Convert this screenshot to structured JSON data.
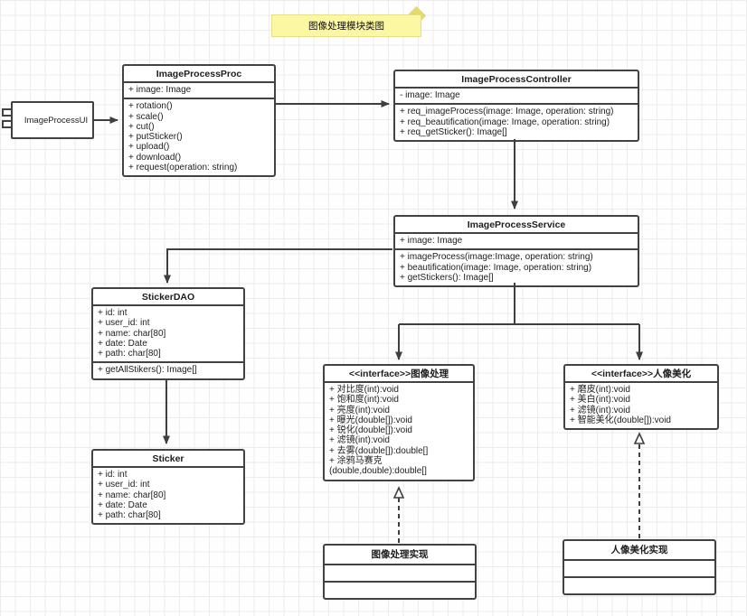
{
  "diagram": {
    "title": "图像处理模块类图"
  },
  "component": {
    "name": "ImageProcessUI"
  },
  "classes": {
    "proc": {
      "name": "ImageProcessProc",
      "attrs": [
        "+ image: Image"
      ],
      "methods": [
        "+ rotation()",
        "+ scale()",
        "+ cut()",
        "+ putSticker()",
        "+ upload()",
        "+ download()",
        "+ request(operation: string)"
      ]
    },
    "controller": {
      "name": "ImageProcessController",
      "attrs": [
        "- image: Image"
      ],
      "methods": [
        "+ req_imageProcess(image: Image, operation: string)",
        "+ req_beautification(image: Image, operation: string)",
        "+ req_getSticker(): Image[]"
      ]
    },
    "service": {
      "name": "ImageProcessService",
      "attrs": [
        "+ image: Image"
      ],
      "methods": [
        "+ imageProcess(image:Image, operation: string)",
        "+ beautification(image: Image, operation: string)",
        "+ getStickers(): Image[]"
      ]
    },
    "stickerdao": {
      "name": "StickerDAO",
      "attrs": [
        "+ id: int",
        "+ user_id: int",
        "+ name: char[80]",
        "+ date: Date",
        "+ path: char[80]"
      ],
      "methods": [
        "+ getAllStikers(): Image[]"
      ]
    },
    "sticker": {
      "name": "Sticker",
      "attrs": [
        "+ id: int",
        "+ user_id: int",
        "+ name: char[80]",
        "+ date: Date",
        "+ path: char[80]"
      ]
    },
    "iface_image": {
      "name": "<<interface>>图像处理",
      "methods": [
        "+ 对比度(int):void",
        "+ 饱和度(int):void",
        "+ 亮度(int):void",
        "+ 曝光(double[]):void",
        "+ 锐化(double[]):void",
        "+ 滤镜(int):void",
        "+ 去雾(double[]):double[]",
        "+ 涂鸦马赛克",
        "(double,double):double[]"
      ]
    },
    "iface_beauty": {
      "name": "<<interface>>人像美化",
      "methods": [
        "+ 磨皮(int):void",
        "+ 美白(int):void",
        "+ 滤镜(int):void",
        "+ 智能美化(double[]):void"
      ]
    },
    "impl_image": {
      "name": "图像处理实现"
    },
    "impl_beauty": {
      "name": "人像美化实现"
    }
  },
  "relations": [
    {
      "from": "ImageProcessUI",
      "to": "ImageProcessProc",
      "type": "solid-arrow"
    },
    {
      "from": "ImageProcessProc",
      "to": "ImageProcessController",
      "type": "solid-arrow"
    },
    {
      "from": "ImageProcessController",
      "to": "ImageProcessService",
      "type": "solid-arrow"
    },
    {
      "from": "ImageProcessService",
      "to": "StickerDAO",
      "type": "solid-arrow"
    },
    {
      "from": "ImageProcessService",
      "to": "<<interface>>图像处理",
      "type": "solid-arrow"
    },
    {
      "from": "ImageProcessService",
      "to": "<<interface>>人像美化",
      "type": "solid-arrow"
    },
    {
      "from": "StickerDAO",
      "to": "Sticker",
      "type": "solid-arrow"
    },
    {
      "from": "图像处理实现",
      "to": "<<interface>>图像处理",
      "type": "dashed-realization"
    },
    {
      "from": "人像美化实现",
      "to": "<<interface>>人像美化",
      "type": "dashed-realization"
    }
  ],
  "colors": {
    "note_bg": "#fbf7a3",
    "note_fold": "#e3da69",
    "box_border": "#424242",
    "line": "#3f3f3f",
    "grid": "#ececec"
  }
}
